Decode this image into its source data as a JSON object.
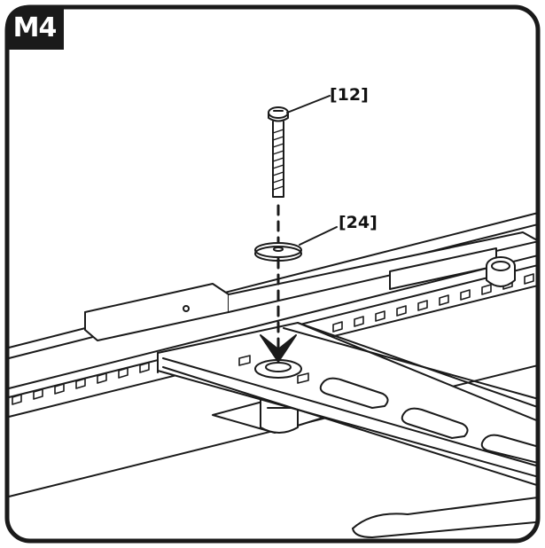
{
  "step": {
    "label": "M4"
  },
  "callouts": [
    {
      "id": "12",
      "text": "[12]",
      "part": "screw"
    },
    {
      "id": "24",
      "text": "[24]",
      "part": "washer"
    }
  ],
  "colors": {
    "ink": "#1a1a1a",
    "paper": "#ffffff"
  }
}
